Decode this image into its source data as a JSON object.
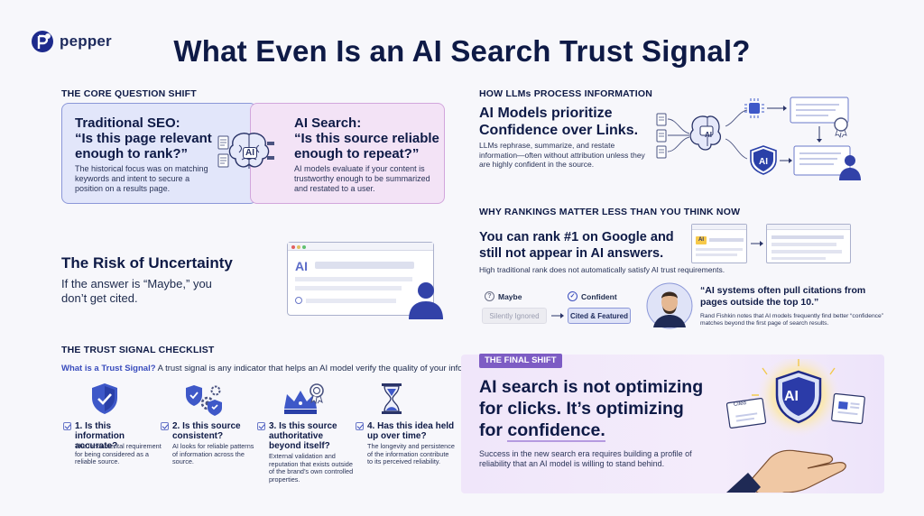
{
  "header": {
    "logo_text": "pepper",
    "title": "What Even Is an AI Search Trust Signal?"
  },
  "core_shift": {
    "label": "THE CORE QUESTION SHIFT",
    "seo": {
      "heading_1": "Traditional SEO:",
      "heading_2": "“Is this page relevant",
      "heading_3": "enough to rank?”",
      "body": "The historical focus was on matching keywords and intent to secure a position on a results page."
    },
    "ai": {
      "heading_1": "AI Search:",
      "heading_2": "“Is this source reliable",
      "heading_3": "enough to repeat?”",
      "body": "AI models evaluate if your content is trustworthy enough to be summarized and restated to a user."
    },
    "brain_label": "AI"
  },
  "risk": {
    "title": "The Risk of Uncertainty",
    "text": "If the answer is “Maybe,” you don’t get cited.",
    "browser_label": "AI"
  },
  "checklist": {
    "label": "THE TRUST SIGNAL CHECKLIST",
    "intro_highlight": "What is a Trust Signal?",
    "intro_rest": " A trust signal is any indicator that helps an AI model verify the quality of your information.",
    "items": [
      {
        "q": "1. Is this information accurate?",
        "d": "The fundamental requirement for being considered as a reliable source.",
        "icon": "shield-check-icon"
      },
      {
        "q": "2. Is this source consistent?",
        "d": "AI looks for reliable patterns of information across the source.",
        "icon": "shields-gears-icon"
      },
      {
        "q": "3. Is this source authoritative beyond itself?",
        "d": "External validation and reputation that exists outside of the brand’s own controlled properties.",
        "icon": "crown-badge-icon"
      },
      {
        "q": "4. Has this idea held up over time?",
        "d": "The longevity and persistence of the information contribute to its perceived reliability.",
        "icon": "hourglass-icon"
      }
    ]
  },
  "llm": {
    "label": "HOW LLMs PROCESS INFORMATION",
    "heading_1": "AI Models prioritize",
    "heading_2": "Confidence over Links.",
    "body": "LLMs rephrase, summarize, and restate information—often without attribution unless they are highly confident in the source.",
    "brain_label": "AI",
    "shield_label": "AI"
  },
  "rankings": {
    "label": "WHY RANKINGS MATTER LESS THAN YOU THINK NOW",
    "heading_1": "You can rank #1 on Google and",
    "heading_2": "still not appear in AI answers.",
    "body": "High traditional rank does not automatically satisfy AI trust requirements.",
    "maybe_label": "Maybe",
    "confident_label": "Confident",
    "ignored_label": "Silently Ignored",
    "featured_label": "Cited & Featured",
    "serp_ai_label": "AI",
    "quote": "“AI systems often pull citations from pages outside the top 10.”",
    "quote_source": "Rand Fishkin notes that AI models frequently find better “confidence” matches beyond the first page of search results."
  },
  "final": {
    "tag": "THE FINAL SHIFT",
    "heading_1": "AI search is not optimizing",
    "heading_2": "for clicks. It’s optimizing",
    "heading_3a": "for ",
    "heading_3b": "confidence.",
    "body": "Success in the new search era requires building a profile of reliability that an AI model is willing to stand behind.",
    "shield_label": "AI",
    "card_label": "Cited"
  },
  "colors": {
    "navy": "#0e1a46",
    "accent_blue": "#3a4dbd",
    "accent_purple": "#7d5cc4",
    "panel_blue": "#e2e6fa",
    "panel_pink": "#f3e3f6"
  }
}
